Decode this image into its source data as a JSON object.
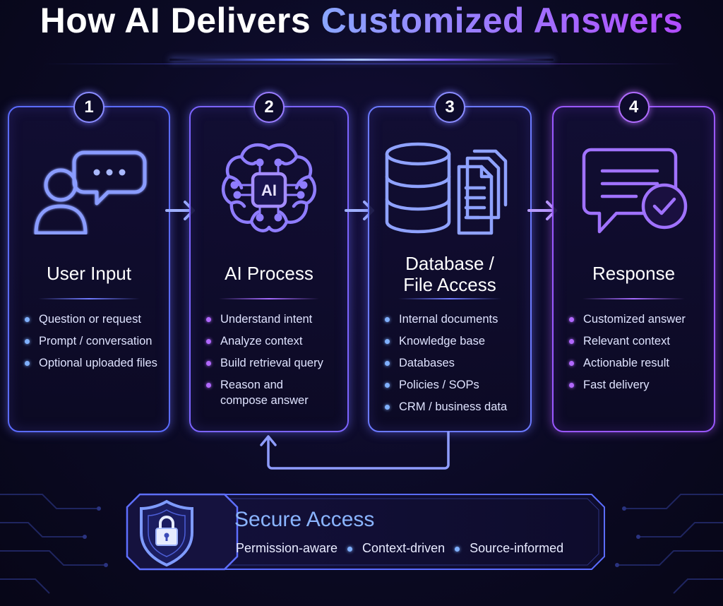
{
  "title": {
    "main": "How AI Delivers",
    "accent": "Customized Answers"
  },
  "steps": [
    {
      "number": "1",
      "title": "User Input",
      "title_line2": "",
      "icon": "user-chat-icon",
      "bullets": [
        "Question or request",
        "Prompt / conversation",
        "Optional uploaded files"
      ]
    },
    {
      "number": "2",
      "title": "AI Process",
      "title_line2": "",
      "icon": "ai-brain-icon",
      "icon_label": "AI",
      "bullets": [
        "Understand intent",
        "Analyze context",
        "Build retrieval query",
        "Reason and",
        "compose answer"
      ]
    },
    {
      "number": "3",
      "title": "Database /",
      "title_line2": "File Access",
      "icon": "database-documents-icon",
      "bullets": [
        "Internal documents",
        "Knowledge base",
        "Databases",
        "Policies / SOPs",
        "CRM / business data"
      ]
    },
    {
      "number": "4",
      "title": "Response",
      "title_line2": "",
      "icon": "response-check-icon",
      "bullets": [
        "Customized answer",
        "Relevant context",
        "Actionable result",
        "Fast delivery"
      ]
    }
  ],
  "secure": {
    "title": "Secure Access",
    "items": [
      "Permission-aware",
      "Context-driven",
      "Source-informed"
    ],
    "icon": "shield-lock-icon"
  },
  "colors": {
    "background": "#0b0a24",
    "blue_accent": "#5b6cff",
    "purple_accent": "#9a58ff",
    "bullet_blue": "#7fb0ff",
    "bullet_purple": "#b168ff",
    "secure_title": "#8ab4ff"
  }
}
